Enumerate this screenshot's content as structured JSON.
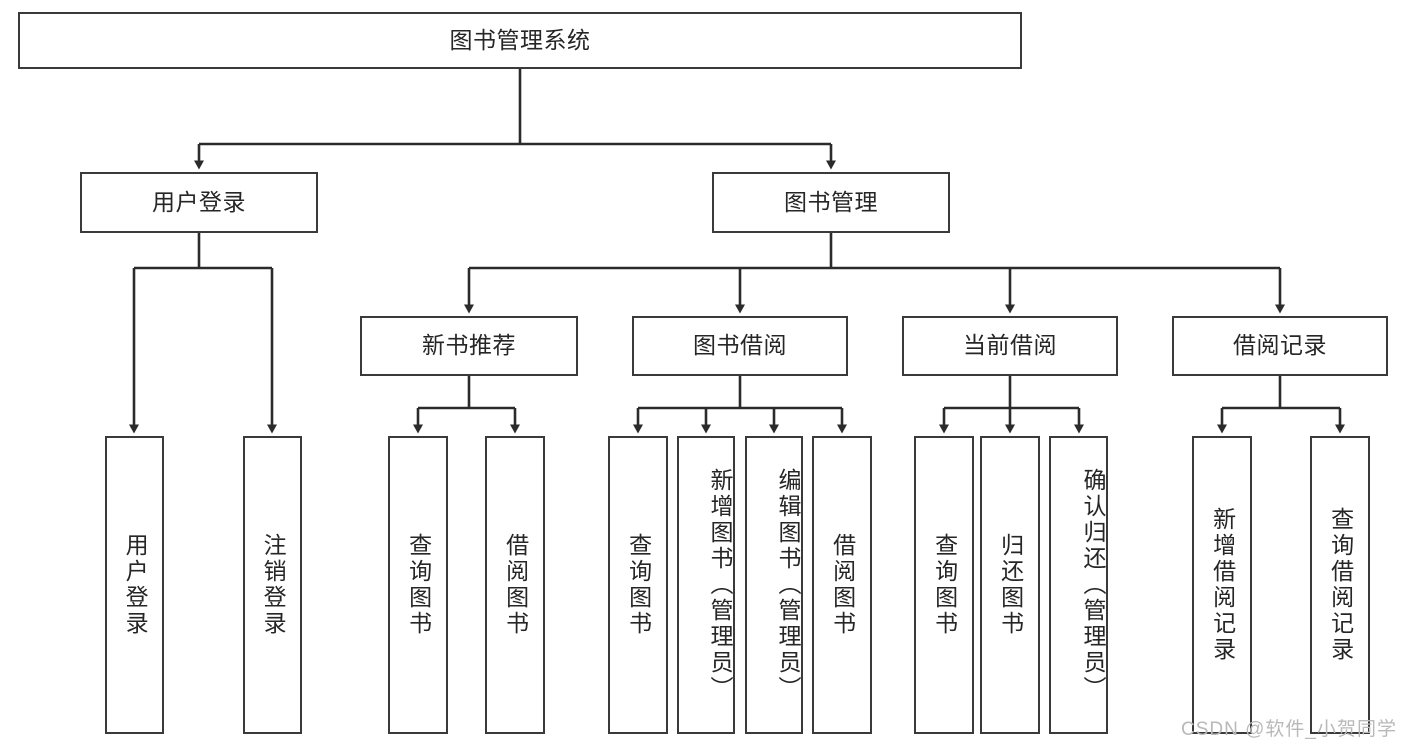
{
  "diagram": {
    "type": "tree",
    "title": "图书管理系统",
    "orientation": "top-down",
    "levels": 4,
    "colors": {
      "box_border": "#3a3a3a",
      "box_fill": "#ffffff",
      "text": "#262626",
      "edge": "#2b2b2b",
      "watermark": "#b9b9b9",
      "background": "#ffffff"
    },
    "nodes": {
      "root": {
        "label": "图书管理系统",
        "level": 0,
        "orientation": "horizontal"
      },
      "level1": [
        {
          "id": "user-login",
          "label": "用户登录",
          "orientation": "horizontal"
        },
        {
          "id": "book-manage",
          "label": "图书管理",
          "orientation": "horizontal"
        }
      ],
      "level2": [
        {
          "id": "new-book-recommend",
          "label": "新书推荐",
          "parent": "book-manage",
          "orientation": "horizontal"
        },
        {
          "id": "book-borrow",
          "label": "图书借阅",
          "parent": "book-manage",
          "orientation": "horizontal"
        },
        {
          "id": "current-borrow",
          "label": "当前借阅",
          "parent": "book-manage",
          "orientation": "horizontal"
        },
        {
          "id": "borrow-record",
          "label": "借阅记录",
          "parent": "book-manage",
          "orientation": "horizontal"
        }
      ],
      "level3": [
        {
          "id": "leaf-user-login",
          "label": "用户登录",
          "parent": "user-login",
          "orientation": "vertical"
        },
        {
          "id": "leaf-logout-login",
          "label": "注销登录",
          "parent": "user-login",
          "orientation": "vertical"
        },
        {
          "id": "leaf-query-book-1",
          "label": "查询图书",
          "parent": "new-book-recommend",
          "orientation": "vertical"
        },
        {
          "id": "leaf-borrow-book-1",
          "label": "借阅图书",
          "parent": "new-book-recommend",
          "orientation": "vertical"
        },
        {
          "id": "leaf-query-book-2",
          "label": "查询图书",
          "parent": "book-borrow",
          "orientation": "vertical"
        },
        {
          "id": "leaf-add-book",
          "label": "新增图书（管理员）",
          "parent": "book-borrow",
          "orientation": "vertical"
        },
        {
          "id": "leaf-edit-book",
          "label": "编辑图书（管理员）",
          "parent": "book-borrow",
          "orientation": "vertical"
        },
        {
          "id": "leaf-borrow-book-2",
          "label": "借阅图书",
          "parent": "book-borrow",
          "orientation": "vertical"
        },
        {
          "id": "leaf-query-book-3",
          "label": "查询图书",
          "parent": "current-borrow",
          "orientation": "vertical"
        },
        {
          "id": "leaf-return-book",
          "label": "归还图书",
          "parent": "current-borrow",
          "orientation": "vertical"
        },
        {
          "id": "leaf-confirm-return",
          "label": "确认归还（管理员）",
          "parent": "current-borrow",
          "orientation": "vertical"
        },
        {
          "id": "leaf-add-record",
          "label": "新增借阅记录",
          "parent": "borrow-record",
          "orientation": "vertical"
        },
        {
          "id": "leaf-query-record",
          "label": "查询借阅记录",
          "parent": "borrow-record",
          "orientation": "vertical"
        }
      ]
    },
    "watermark": "CSDN @软件_小贺同学"
  }
}
